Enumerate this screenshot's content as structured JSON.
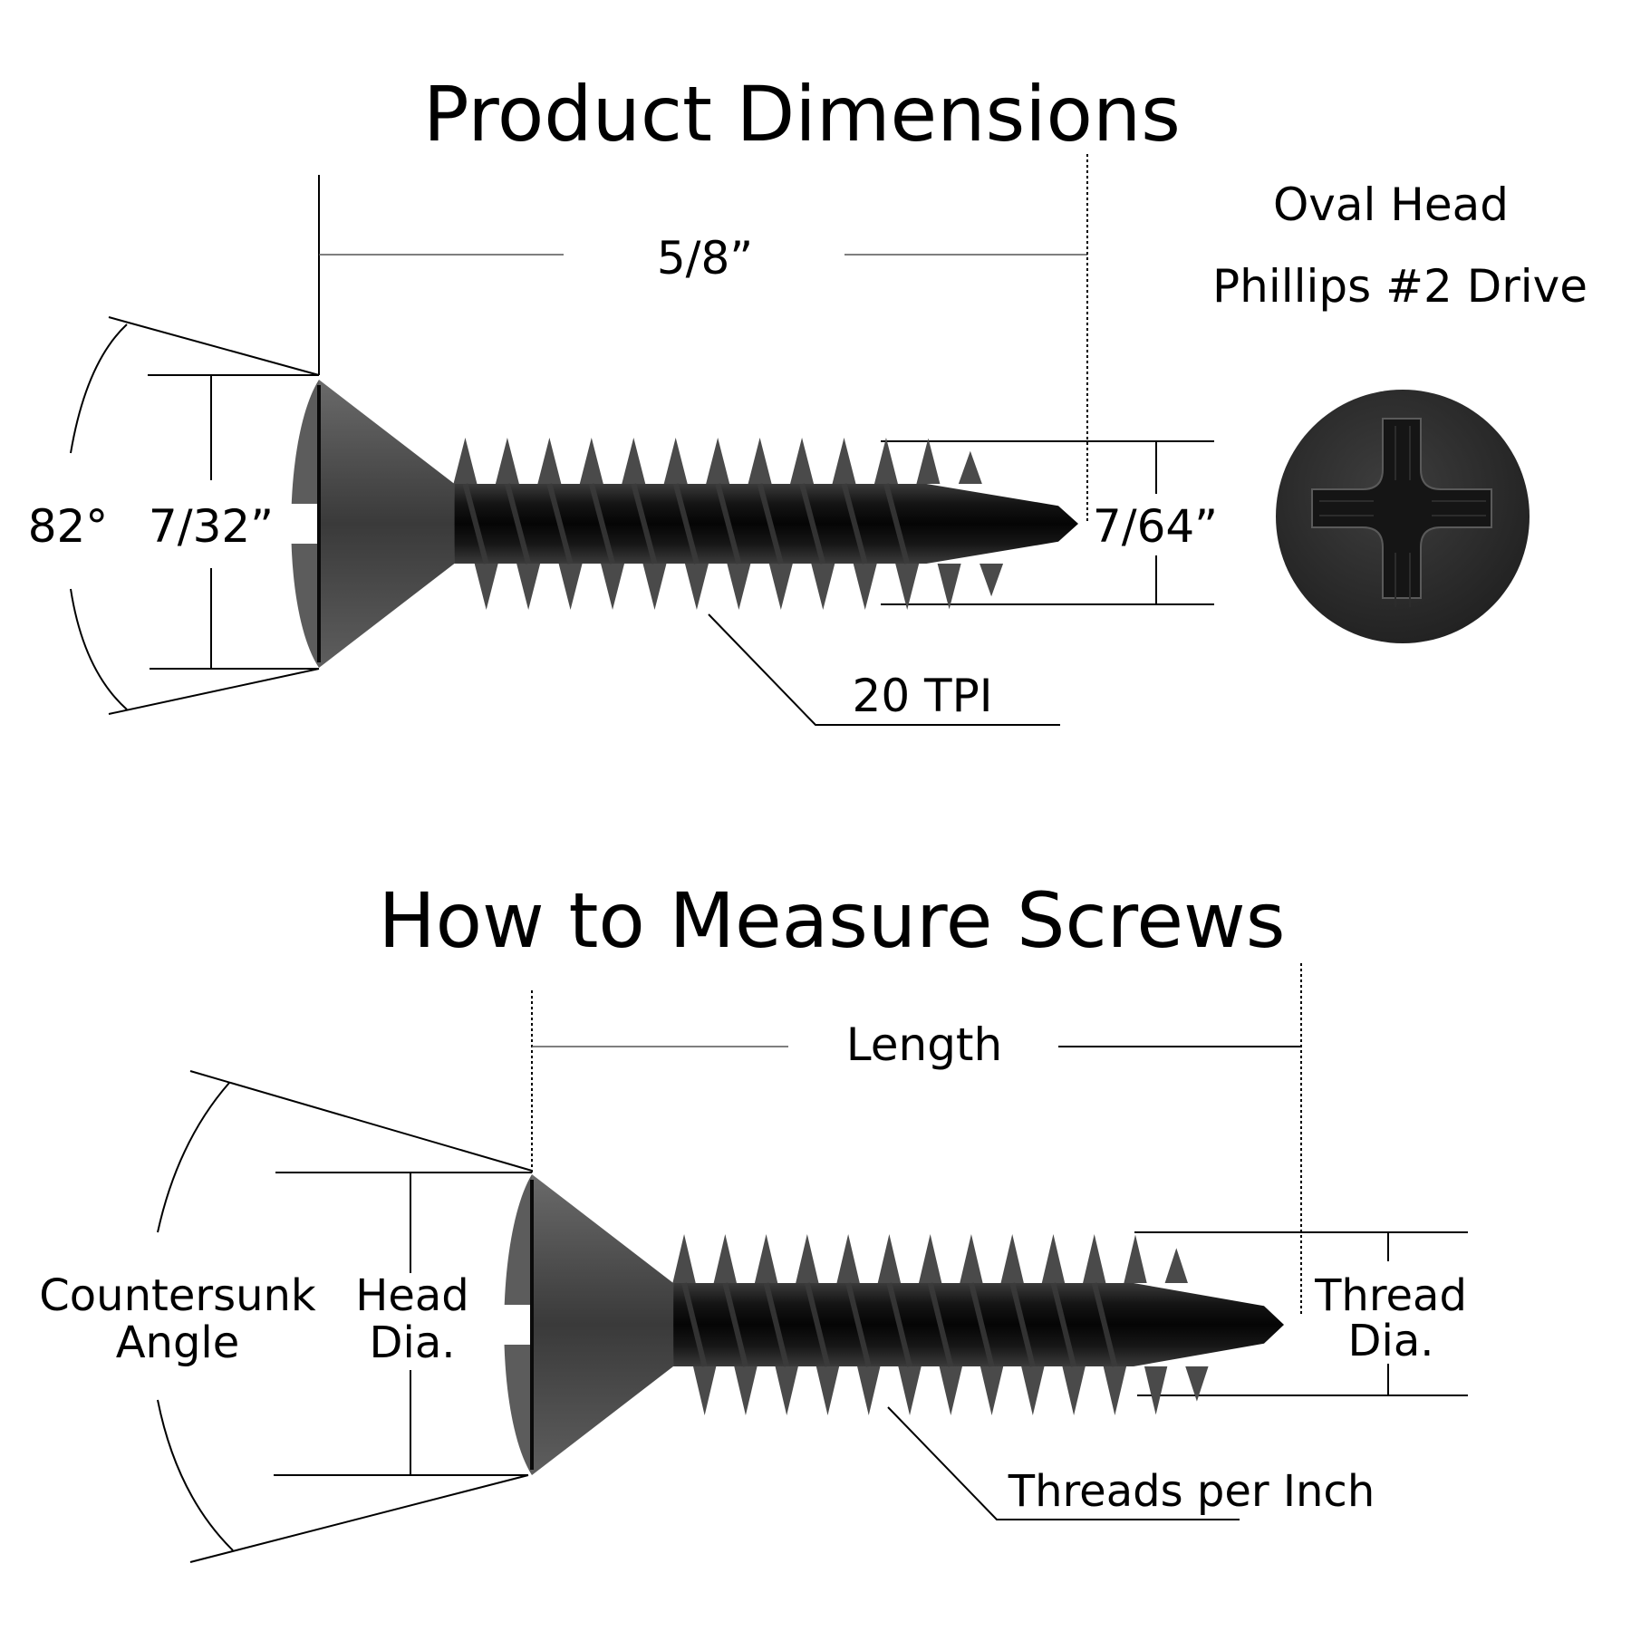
{
  "product_dimensions": {
    "title": "Product Dimensions",
    "length": "5/8”",
    "countersunk_angle": "82°",
    "head_diameter": "7/32”",
    "thread_diameter": "7/64”",
    "threads_per_inch": "20 TPI",
    "head_type": "Oval Head",
    "drive_type": "Phillips #2 Drive"
  },
  "how_to_measure": {
    "title": "How to Measure Screws",
    "length_label": "Length",
    "countersunk_label_line1": "Countersunk",
    "countersunk_label_line2": "Angle",
    "head_label_line1": "Head",
    "head_label_line2": "Dia.",
    "thread_label_line1": "Thread",
    "thread_label_line2": "Dia.",
    "tpi_label": "Threads per Inch"
  },
  "colors": {
    "background": "#ffffff",
    "text": "#000000",
    "screw_dark": "#111111",
    "screw_head": "#4a4a4a"
  }
}
